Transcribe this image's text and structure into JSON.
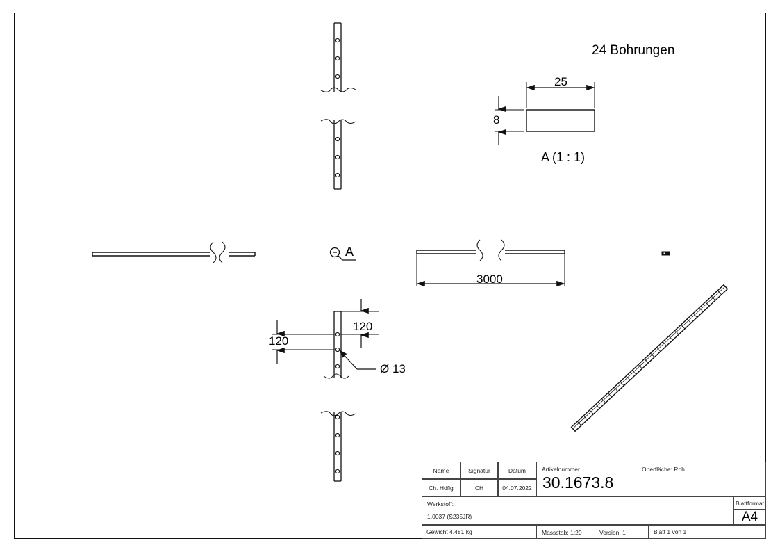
{
  "drawing": {
    "notes": {
      "holes_note": "24 Bohrungen",
      "detail_title": "A (1 : 1)",
      "detail_callout": "A"
    },
    "dimensions": {
      "width_25": "25",
      "height_8": "8",
      "length_3000": "3000",
      "pitch_left_120": "120",
      "pitch_right_120": "120",
      "hole_dia": "Ø 13"
    }
  },
  "title_block": {
    "headers": {
      "name": "Name",
      "signatur": "Signatur",
      "datum": "Datum",
      "artikelnummer": "Artikelnummer",
      "oberflaeche": "Oberfläche:  Roh",
      "werkstoff": "Werkstoff:",
      "blattformat": "Blattformat"
    },
    "values": {
      "name": "Ch. Höfig",
      "signatur": "CH",
      "datum": "04.07.2022",
      "artikelnummer": "30.1673.8",
      "werkstoff": "1.0037 (S235JR)",
      "blattformat": "A4",
      "gewicht": "Gewicht 4.481 kg",
      "massstab": "Massstab: 1:20",
      "version": "Version: 1",
      "blatt": "Blatt 1 von 1"
    }
  },
  "colors": {
    "line": "#111111",
    "text": "#000000",
    "table_line": "#444444"
  }
}
